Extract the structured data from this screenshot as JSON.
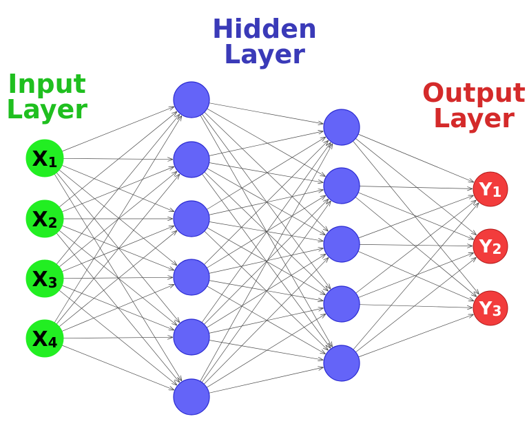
{
  "titles": {
    "input": [
      "Input",
      "Layer"
    ],
    "hidden": [
      "Hidden",
      "Layer"
    ],
    "output": [
      "Output",
      "Layer"
    ]
  },
  "colors": {
    "input_title": "#1fbf1f",
    "hidden_title": "#3a3ab8",
    "output_title": "#d42a2a",
    "input_node": "#22ee22",
    "hidden_node": "#6464f8",
    "hidden_node_stroke": "#2a2ad0",
    "output_node": "#f23c3c",
    "output_node_stroke": "#b01818",
    "edge": "#4a4a4a"
  },
  "layers": [
    {
      "name": "input",
      "nodes": [
        {
          "letter": "X",
          "sub": "1"
        },
        {
          "letter": "X",
          "sub": "2"
        },
        {
          "letter": "X",
          "sub": "3"
        },
        {
          "letter": "X",
          "sub": "4"
        }
      ]
    },
    {
      "name": "hidden1",
      "nodes": [
        {},
        {},
        {},
        {},
        {},
        {}
      ]
    },
    {
      "name": "hidden2",
      "nodes": [
        {},
        {},
        {},
        {},
        {}
      ]
    },
    {
      "name": "output",
      "nodes": [
        {
          "letter": "Y",
          "sub": "1"
        },
        {
          "letter": "Y",
          "sub": "2"
        },
        {
          "letter": "Y",
          "sub": "3"
        }
      ]
    }
  ]
}
